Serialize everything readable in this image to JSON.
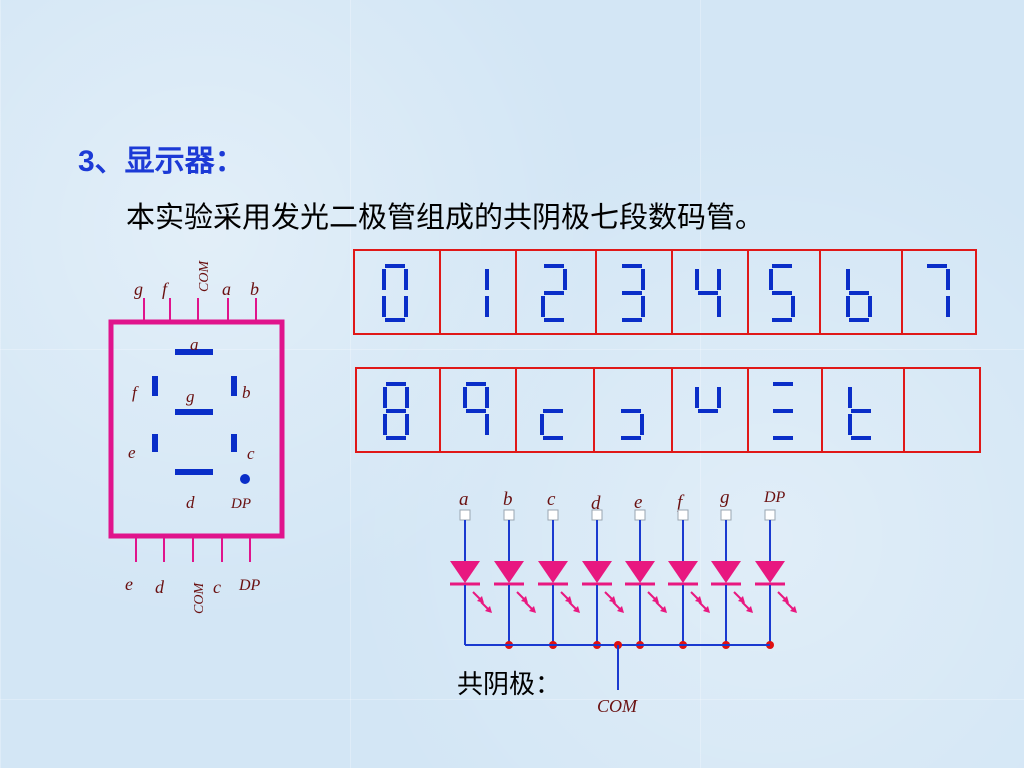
{
  "heading": "3、显示器：",
  "sentence": "本实验采用发光二极管组成的共阴极七段数码管。",
  "package": {
    "top_pins": [
      "g",
      "f",
      "COM",
      "a",
      "b"
    ],
    "bottom_pins": [
      "e",
      "d",
      "COM",
      "c",
      "DP"
    ],
    "segment_labels": [
      "a",
      "b",
      "c",
      "d",
      "e",
      "f",
      "g",
      "DP"
    ]
  },
  "display_rows": [
    {
      "name": "row-1",
      "digits": [
        "0",
        "1",
        "2",
        "3",
        "4",
        "5",
        "6",
        "7"
      ]
    },
    {
      "name": "row-2",
      "digits": [
        "8",
        "9",
        "c",
        "o-lower",
        "u-upper",
        "Ξ",
        "t",
        "blank"
      ]
    }
  ],
  "circuit": {
    "anode_labels": [
      "a",
      "b",
      "c",
      "d",
      "e",
      "f",
      "g",
      "DP"
    ],
    "common_label": "共阴极：",
    "com_label": "COM"
  },
  "colors": {
    "heading": "#1c3ad6",
    "segment": "#0a2ec8",
    "frame": "#e0148c",
    "grid": "#e01818",
    "led": "#e81880",
    "wire": "#1a3ad0",
    "dot": "#e01010",
    "label": "#6a1010"
  }
}
